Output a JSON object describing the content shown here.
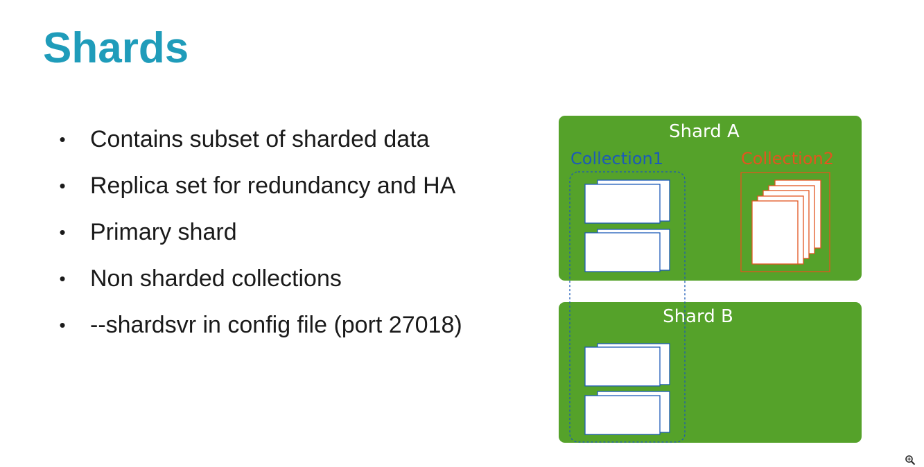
{
  "slide": {
    "title": "Shards",
    "bullets": [
      "Contains subset of sharded data",
      "Replica set for redundancy and HA",
      "Primary shard",
      "Non sharded collections",
      "--shardsvr in config file (port 27018)"
    ],
    "bullet_glyph": "•"
  },
  "diagram": {
    "shard_a": {
      "label": "Shard A"
    },
    "shard_b": {
      "label": "Shard B"
    },
    "collection1": {
      "label": "Collection1"
    },
    "collection2": {
      "label": "Collection2"
    }
  },
  "colors": {
    "title": "#1f9cba",
    "shard_fill": "#55a22a",
    "collection1": "#1c5ab8",
    "collection2": "#e2551f",
    "doc_fill": "#ffffff"
  },
  "icons": {
    "zoom": "zoom-in-icon"
  }
}
